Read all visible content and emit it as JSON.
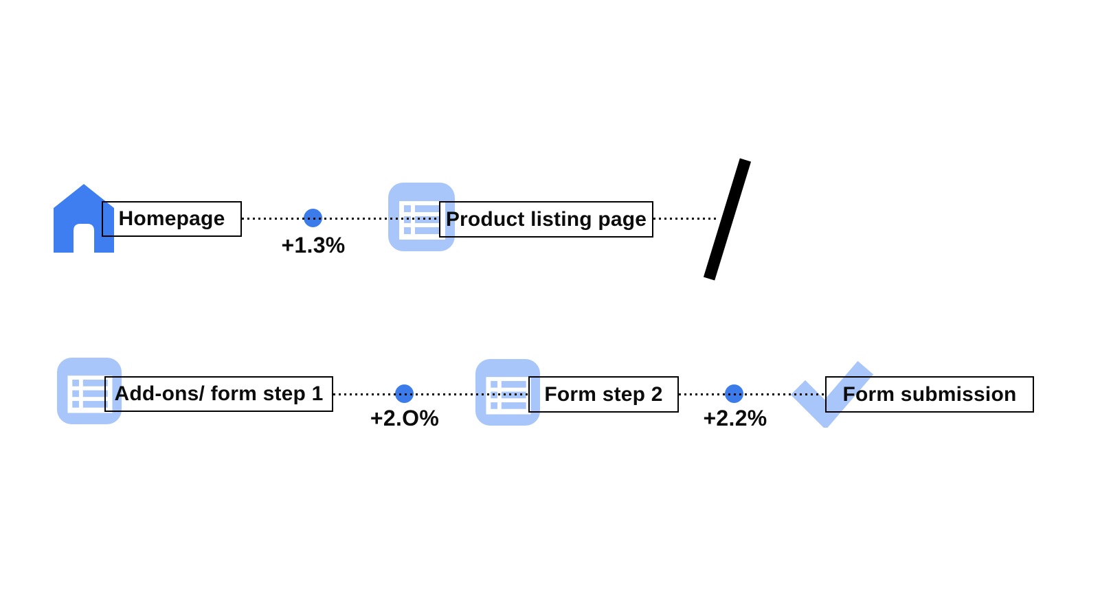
{
  "colors": {
    "accent_blue": "#3e7ef0",
    "light_blue": "#a9c6fa",
    "line_black": "#000000",
    "background": "#ffffff"
  },
  "flow": {
    "rows": [
      {
        "nodes": [
          {
            "label": "Homepage",
            "icon": "home-icon"
          },
          {
            "label": "Product listing page",
            "icon": "list-icon"
          }
        ],
        "connectors": [
          {
            "delta": "+1.3%"
          }
        ],
        "truncation_mark": "slash"
      },
      {
        "nodes": [
          {
            "label": "Add-ons/ form step 1",
            "icon": "list-icon"
          },
          {
            "label": "Form step 2",
            "icon": "list-icon"
          },
          {
            "label": "Form submission",
            "icon": "check-icon"
          }
        ],
        "connectors": [
          {
            "delta": "+2.O%"
          },
          {
            "delta": "+2.2%"
          }
        ]
      }
    ]
  }
}
